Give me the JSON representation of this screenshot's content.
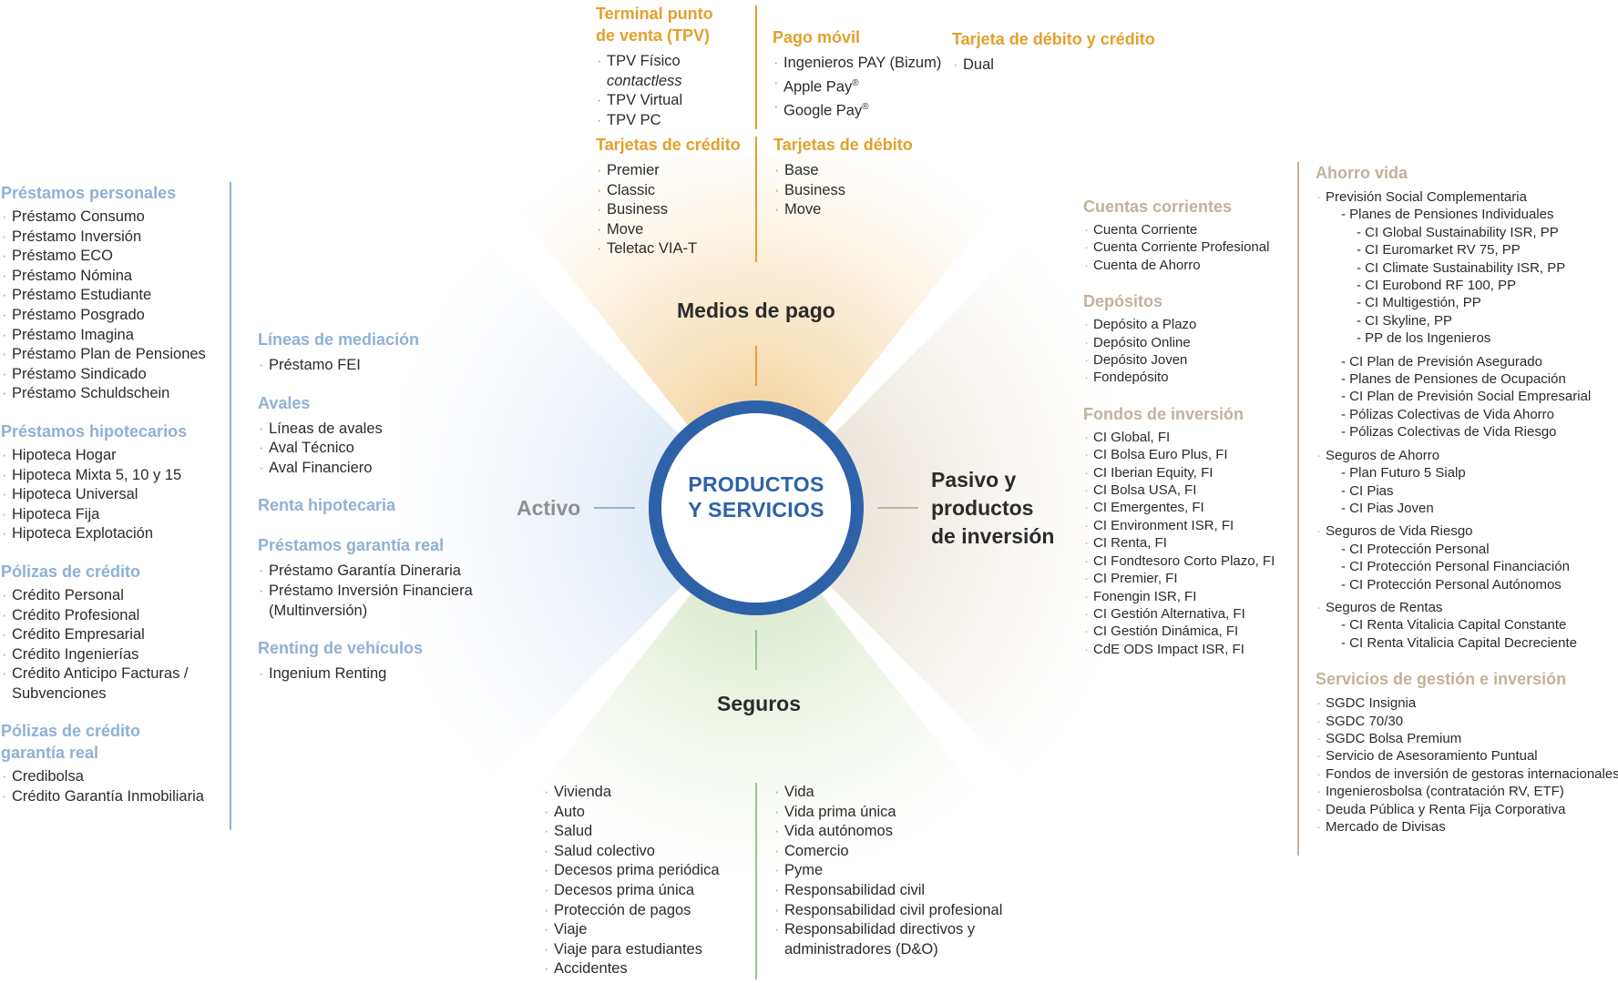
{
  "center": {
    "line1": "PRODUCTOS",
    "line2": "Y SERVICIOS"
  },
  "sectors": {
    "medios_de_pago": "Medios de pago",
    "activo": "Activo",
    "pasivo": [
      "Pasivo y",
      "productos",
      "de inversión"
    ],
    "seguros": "Seguros"
  },
  "colors": {
    "orange": "#e3a02c",
    "blue": "#8fb1d5",
    "green": "#9bc48a",
    "tan": "#c2b29a",
    "center_ring": "#2d62a8"
  },
  "medios_de_pago": {
    "tpv": {
      "title": [
        "Terminal punto",
        "de venta (TPV)"
      ],
      "items": {
        "fisico_prefix": "TPV Físico",
        "fisico_italic": "contactless",
        "virtual": "TPV Virtual",
        "pc": "TPV PC"
      }
    },
    "pago_movil": {
      "title": "Pago móvil",
      "items": [
        "Ingenieros PAY (Bizum)",
        "Apple Pay",
        "Google Pay"
      ],
      "reg": "®"
    },
    "tarjeta_debito_credito": {
      "title": "Tarjeta de débito y crédito",
      "items": [
        "Dual"
      ]
    },
    "tarjetas_credito": {
      "title": "Tarjetas de crédito",
      "items": [
        "Premier",
        "Classic",
        "Business",
        "Move",
        "Teletac VIA-T"
      ]
    },
    "tarjetas_debito": {
      "title": "Tarjetas de débito",
      "items": [
        "Base",
        "Business",
        "Move"
      ]
    }
  },
  "activo_left": [
    {
      "title": "Préstamos personales",
      "items": [
        "Préstamo Consumo",
        "Préstamo Inversión",
        "Préstamo ECO",
        "Préstamo Nómina",
        "Préstamo Estudiante",
        "Préstamo Posgrado",
        "Préstamo Imagina",
        "Préstamo Plan de Pensiones",
        "Préstamo Sindicado",
        "Préstamo Schuldschein"
      ]
    },
    {
      "title": "Préstamos hipotecarios",
      "items": [
        "Hipoteca Hogar",
        "Hipoteca Mixta 5, 10 y 15",
        "Hipoteca Universal",
        "Hipoteca Fija",
        "Hipoteca Explotación"
      ]
    },
    {
      "title": "Pólizas de crédito",
      "items": [
        "Crédito Personal",
        "Crédito Profesional",
        "Crédito Empresarial",
        "Crédito Ingenierías",
        "Crédito Anticipo Facturas / Subvenciones"
      ]
    },
    {
      "title": "Pólizas de crédito garantía real",
      "items": [
        "Credibolsa",
        "Crédito Garantía Inmobiliaria"
      ]
    }
  ],
  "activo_right": [
    {
      "title": "Líneas de mediación",
      "items": [
        "Préstamo FEI"
      ]
    },
    {
      "title": "Avales",
      "items": [
        "Líneas de avales",
        "Aval Técnico",
        "Aval Financiero"
      ]
    },
    {
      "title": "Renta hipotecaria",
      "items": []
    },
    {
      "title": "Préstamos garantía real",
      "items": [
        "Préstamo Garantía Dineraria",
        "Préstamo Inversión Financiera (Multinversión)"
      ]
    },
    {
      "title": "Renting de vehículos",
      "items": [
        "Ingenium Renting"
      ]
    }
  ],
  "seguros": {
    "left": [
      "Vivienda",
      "Auto",
      "Salud",
      "Salud colectivo",
      "Decesos prima periódica",
      "Decesos prima única",
      "Protección de pagos",
      "Viaje",
      "Viaje para estudiantes",
      "Accidentes"
    ],
    "right": [
      "Vida",
      "Vida prima única",
      "Vida autónomos",
      "Comercio",
      "Pyme",
      "Responsabilidad civil",
      "Responsabilidad civil profesional",
      "Responsabilidad directivos y administradores (D&O)"
    ]
  },
  "pasivo_mid": [
    {
      "title": "Cuentas corrientes",
      "items": [
        "Cuenta Corriente",
        "Cuenta Corriente Profesional",
        "Cuenta de Ahorro"
      ]
    },
    {
      "title": "Depósitos",
      "items": [
        "Depósito a Plazo",
        "Depósito Online",
        "Depósito Joven",
        "Fondepósito"
      ]
    },
    {
      "title": "Fondos de inversión",
      "items": [
        "CI Global, FI",
        "CI Bolsa Euro Plus, FI",
        "CI Iberian Equity, FI",
        "CI Bolsa USA, FI",
        "CI Emergentes, FI",
        "CI Environment ISR, FI",
        "CI Renta, FI",
        "CI Fondtesoro Corto Plazo, FI",
        "CI Premier, FI",
        "Fonengin ISR, FI",
        "CI Gestión Alternativa, FI",
        "CI Gestión Dinámica, FI",
        "CdE ODS Impact ISR, FI"
      ]
    }
  ],
  "pasivo_right": {
    "ahorro_vida": {
      "title": "Ahorro vida",
      "items": [
        {
          "text": "Previsión Social Complementaria",
          "level": 0
        },
        {
          "text": "- Planes de Pensiones Individuales",
          "level": 1
        },
        {
          "text": "- CI Global Sustainability ISR, PP",
          "level": 2
        },
        {
          "text": "- CI Euromarket RV 75, PP",
          "level": 2
        },
        {
          "text": "- CI Climate Sustainability ISR, PP",
          "level": 2
        },
        {
          "text": "- CI Eurobond RF 100, PP",
          "level": 2
        },
        {
          "text": "- CI Multigestión, PP",
          "level": 2
        },
        {
          "text": "- CI Skyline, PP",
          "level": 2
        },
        {
          "text": "- PP de los Ingenieros",
          "level": 2
        },
        {
          "text": "- CI Plan de Previsión Asegurado",
          "level": 1,
          "gap": true
        },
        {
          "text": "- Planes de Pensiones de Ocupación",
          "level": 1
        },
        {
          "text": "- CI Plan de Previsión Social Empresarial",
          "level": 1
        },
        {
          "text": "- Pólizas Colectivas de Vida Ahorro",
          "level": 1
        },
        {
          "text": "- Pólizas Colectivas de Vida Riesgo",
          "level": 1
        },
        {
          "text": "Seguros de Ahorro",
          "level": 0,
          "gap": true
        },
        {
          "text": "- Plan Futuro 5 Sialp",
          "level": 1
        },
        {
          "text": "- CI Pias",
          "level": 1
        },
        {
          "text": "- CI Pias Joven",
          "level": 1
        },
        {
          "text": "Seguros de Vida Riesgo",
          "level": 0,
          "gap": true
        },
        {
          "text": "- CI Protección Personal",
          "level": 1
        },
        {
          "text": "- CI Protección Personal Financiación",
          "level": 1
        },
        {
          "text": "- CI Protección Personal Autónomos",
          "level": 1
        },
        {
          "text": "Seguros de Rentas",
          "level": 0,
          "gap": true
        },
        {
          "text": "- CI Renta Vitalicia Capital Constante",
          "level": 1
        },
        {
          "text": "- CI Renta Vitalicia Capital Decreciente",
          "level": 1
        }
      ]
    },
    "servicios": {
      "title": "Servicios de gestión e inversión",
      "items": [
        "SGDC Insignia",
        "SGDC 70/30",
        "SGDC Bolsa Premium",
        "Servicio de Asesoramiento Puntual",
        "Fondos de inversión de gestoras internacionales",
        "Ingenierosbolsa (contratación RV, ETF)",
        "Deuda Pública y Renta Fija Corporativa",
        "Mercado de Divisas"
      ]
    }
  }
}
